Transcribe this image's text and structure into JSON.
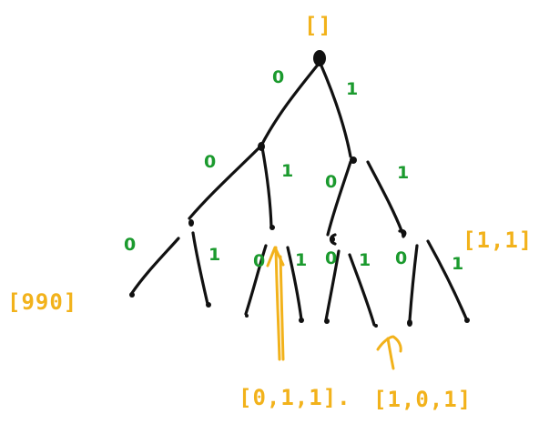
{
  "colors": {
    "edge": "#111111",
    "bit": "#1b9a2e",
    "set": "#f2b21b"
  },
  "tree": {
    "root_label": "[]",
    "level1": {
      "left_bit": "0",
      "right_bit": "1"
    },
    "level2_left": {
      "left_bit": "0",
      "right_bit": "1"
    },
    "level2_right": {
      "left_bit": "0",
      "right_bit": "1"
    },
    "level3": [
      {
        "left_bit": "0",
        "right_bit": "1"
      },
      {
        "left_bit": "0",
        "right_bit": "1"
      },
      {
        "left_bit": "0",
        "right_bit": "1"
      },
      {
        "left_bit": "0",
        "right_bit": "1"
      }
    ]
  },
  "annotations": {
    "leftmost_leaf": "[990]",
    "node_11": "[1,1]",
    "leaf_011": "[0,1,1].",
    "leaf_101": "[1,0,1]"
  }
}
